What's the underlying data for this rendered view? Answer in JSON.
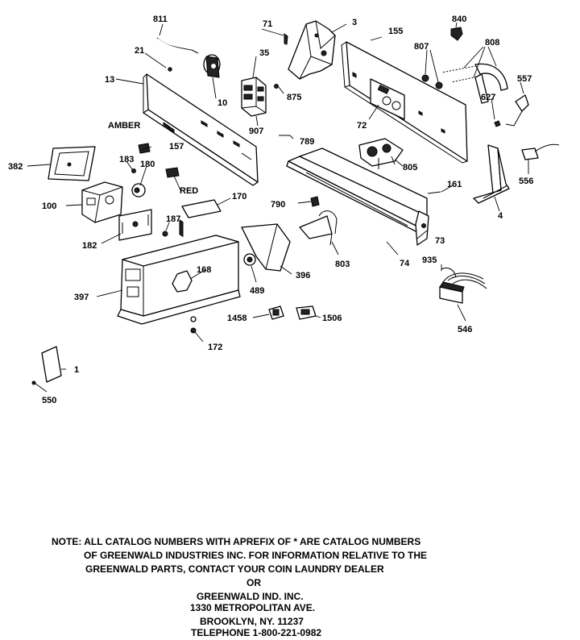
{
  "callouts": {
    "c811": "811",
    "c71": "71",
    "c3": "3",
    "c840": "840",
    "c155": "155",
    "c807": "807",
    "c808": "808",
    "c21": "21",
    "c35": "35",
    "c13": "13",
    "c10": "10",
    "c875": "875",
    "c557": "557",
    "c627": "627",
    "c907": "907",
    "c72": "72",
    "c789": "789",
    "c805": "805",
    "camber": "AMBER",
    "c157": "157",
    "c382": "382",
    "c183": "183",
    "c180": "180",
    "c556": "556",
    "cred": "RED",
    "c170": "170",
    "c161": "161",
    "c100": "100",
    "c790": "790",
    "c4": "4",
    "c187": "187",
    "c182": "182",
    "c73": "73",
    "c168": "168",
    "c396": "396",
    "c803": "803",
    "c74": "74",
    "c935": "935",
    "c397": "397",
    "c489": "489",
    "c1458": "1458",
    "c1506": "1506",
    "c546": "546",
    "c172": "172",
    "c1": "1",
    "c550": "550"
  },
  "note": {
    "line1": "NOTE: ALL CATALOG NUMBERS WITH APREFIX OF * ARE CATALOG NUMBERS",
    "line2": "OF GREENWALD INDUSTRIES INC. FOR INFORMATION RELATIVE TO THE",
    "line3": "GREENWALD PARTS, CONTACT YOUR COIN LAUNDRY DEALER",
    "line4": "OR",
    "line5": "GREENWALD IND. INC.",
    "line6": "1330 METROPOLITAN AVE.",
    "line7": "BROOKLYN, NY. 11237",
    "line8": "TELEPHONE 1-800-221-0982"
  }
}
